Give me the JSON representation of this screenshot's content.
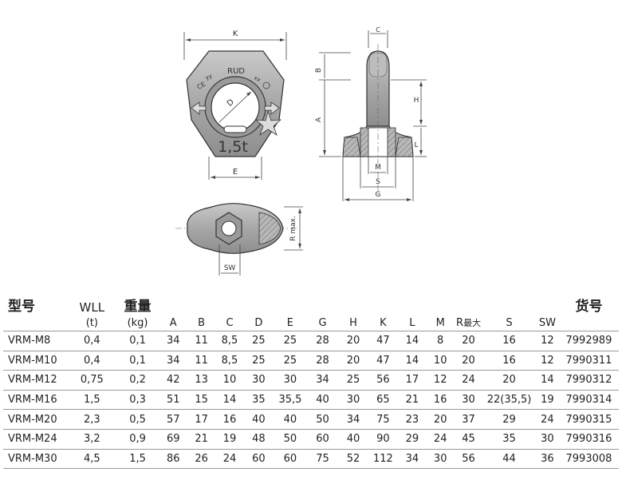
{
  "drawing": {
    "front_labels": {
      "k": "K",
      "e": "E",
      "d": "D",
      "brand": "RUD",
      "load": "1,5t",
      "ce": "CE",
      "yy": "yy",
      "xx": "xx"
    },
    "side_labels": {
      "c": "C",
      "b": "B",
      "a": "A",
      "h": "H",
      "l": "L",
      "m": "M",
      "s": "S",
      "g": "G"
    },
    "bottom_labels": {
      "sw": "SW",
      "r": "R max."
    }
  },
  "table": {
    "model_header": "型号",
    "wll_header": "WLL",
    "weight_header": "重量",
    "part_no_header": "货号",
    "wll_unit": "(t)",
    "weight_unit": "(kg)",
    "dimension_headers": [
      "A",
      "B",
      "C",
      "D",
      "E",
      "G",
      "H",
      "K",
      "L",
      "M"
    ],
    "r_header": "R",
    "r_suffix": "最大",
    "s_header": "S",
    "sw_header": "SW",
    "rows": [
      [
        "VRM-M8",
        "0,4",
        "0,1",
        "34",
        "11",
        "8,5",
        "25",
        "25",
        "28",
        "20",
        "47",
        "14",
        "8",
        "20",
        "16",
        "12",
        "7992989"
      ],
      [
        "VRM-M10",
        "0,4",
        "0,1",
        "34",
        "11",
        "8,5",
        "25",
        "25",
        "28",
        "20",
        "47",
        "14",
        "10",
        "20",
        "16",
        "12",
        "7990311"
      ],
      [
        "VRM-M12",
        "0,75",
        "0,2",
        "42",
        "13",
        "10",
        "30",
        "30",
        "34",
        "25",
        "56",
        "17",
        "12",
        "24",
        "20",
        "14",
        "7990312"
      ],
      [
        "VRM-M16",
        "1,5",
        "0,3",
        "51",
        "15",
        "14",
        "35",
        "35,5",
        "40",
        "30",
        "65",
        "21",
        "16",
        "30",
        "22(35,5)",
        "19",
        "7990314"
      ],
      [
        "VRM-M20",
        "2,3",
        "0,5",
        "57",
        "17",
        "16",
        "40",
        "40",
        "50",
        "34",
        "75",
        "23",
        "20",
        "37",
        "29",
        "24",
        "7990315"
      ],
      [
        "VRM-M24",
        "3,2",
        "0,9",
        "69",
        "21",
        "19",
        "48",
        "50",
        "60",
        "40",
        "90",
        "29",
        "24",
        "45",
        "35",
        "30",
        "7990316"
      ],
      [
        "VRM-M30",
        "4,5",
        "1,5",
        "86",
        "26",
        "24",
        "60",
        "60",
        "75",
        "52",
        "112",
        "34",
        "30",
        "56",
        "44",
        "36",
        "7993008"
      ]
    ]
  }
}
